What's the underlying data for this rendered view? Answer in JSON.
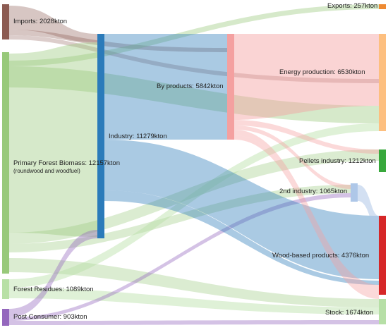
{
  "nodes": {
    "imports": {
      "label": "Imports: 2028kton",
      "color": "#8c5b52"
    },
    "pfb": {
      "label": "Primary Forest Biomass: 12157kton",
      "sub": "(roundwood and woodfuel)",
      "color": "#98c97a"
    },
    "residues": {
      "label": "Forest Residues: 1089kton",
      "color": "#b8e0a6"
    },
    "post": {
      "label": "Post Consumer: 903kton",
      "color": "#9467bd"
    },
    "industry": {
      "label": "Industry: 11279kton",
      "color": "#2b7bba"
    },
    "byprod": {
      "label": "By products: 5842kton",
      "color": "#f4a0a0"
    },
    "second": {
      "label": "2nd industry: 1065kton",
      "color": "#aec7e8"
    },
    "exports": {
      "label": "Exports: 257kton",
      "color": "#ee8a33"
    },
    "energy": {
      "label": "Energy production: 6530kton",
      "color": "#fdbf7f"
    },
    "pellets": {
      "label": "Pellets industry: 1212kton",
      "color": "#38a83c"
    },
    "wood": {
      "label": "Wood-based products: 4376kton",
      "color": "#d62728"
    },
    "stock": {
      "label": "Stock: 1674kton",
      "color": "#b6dfa6"
    }
  }
}
